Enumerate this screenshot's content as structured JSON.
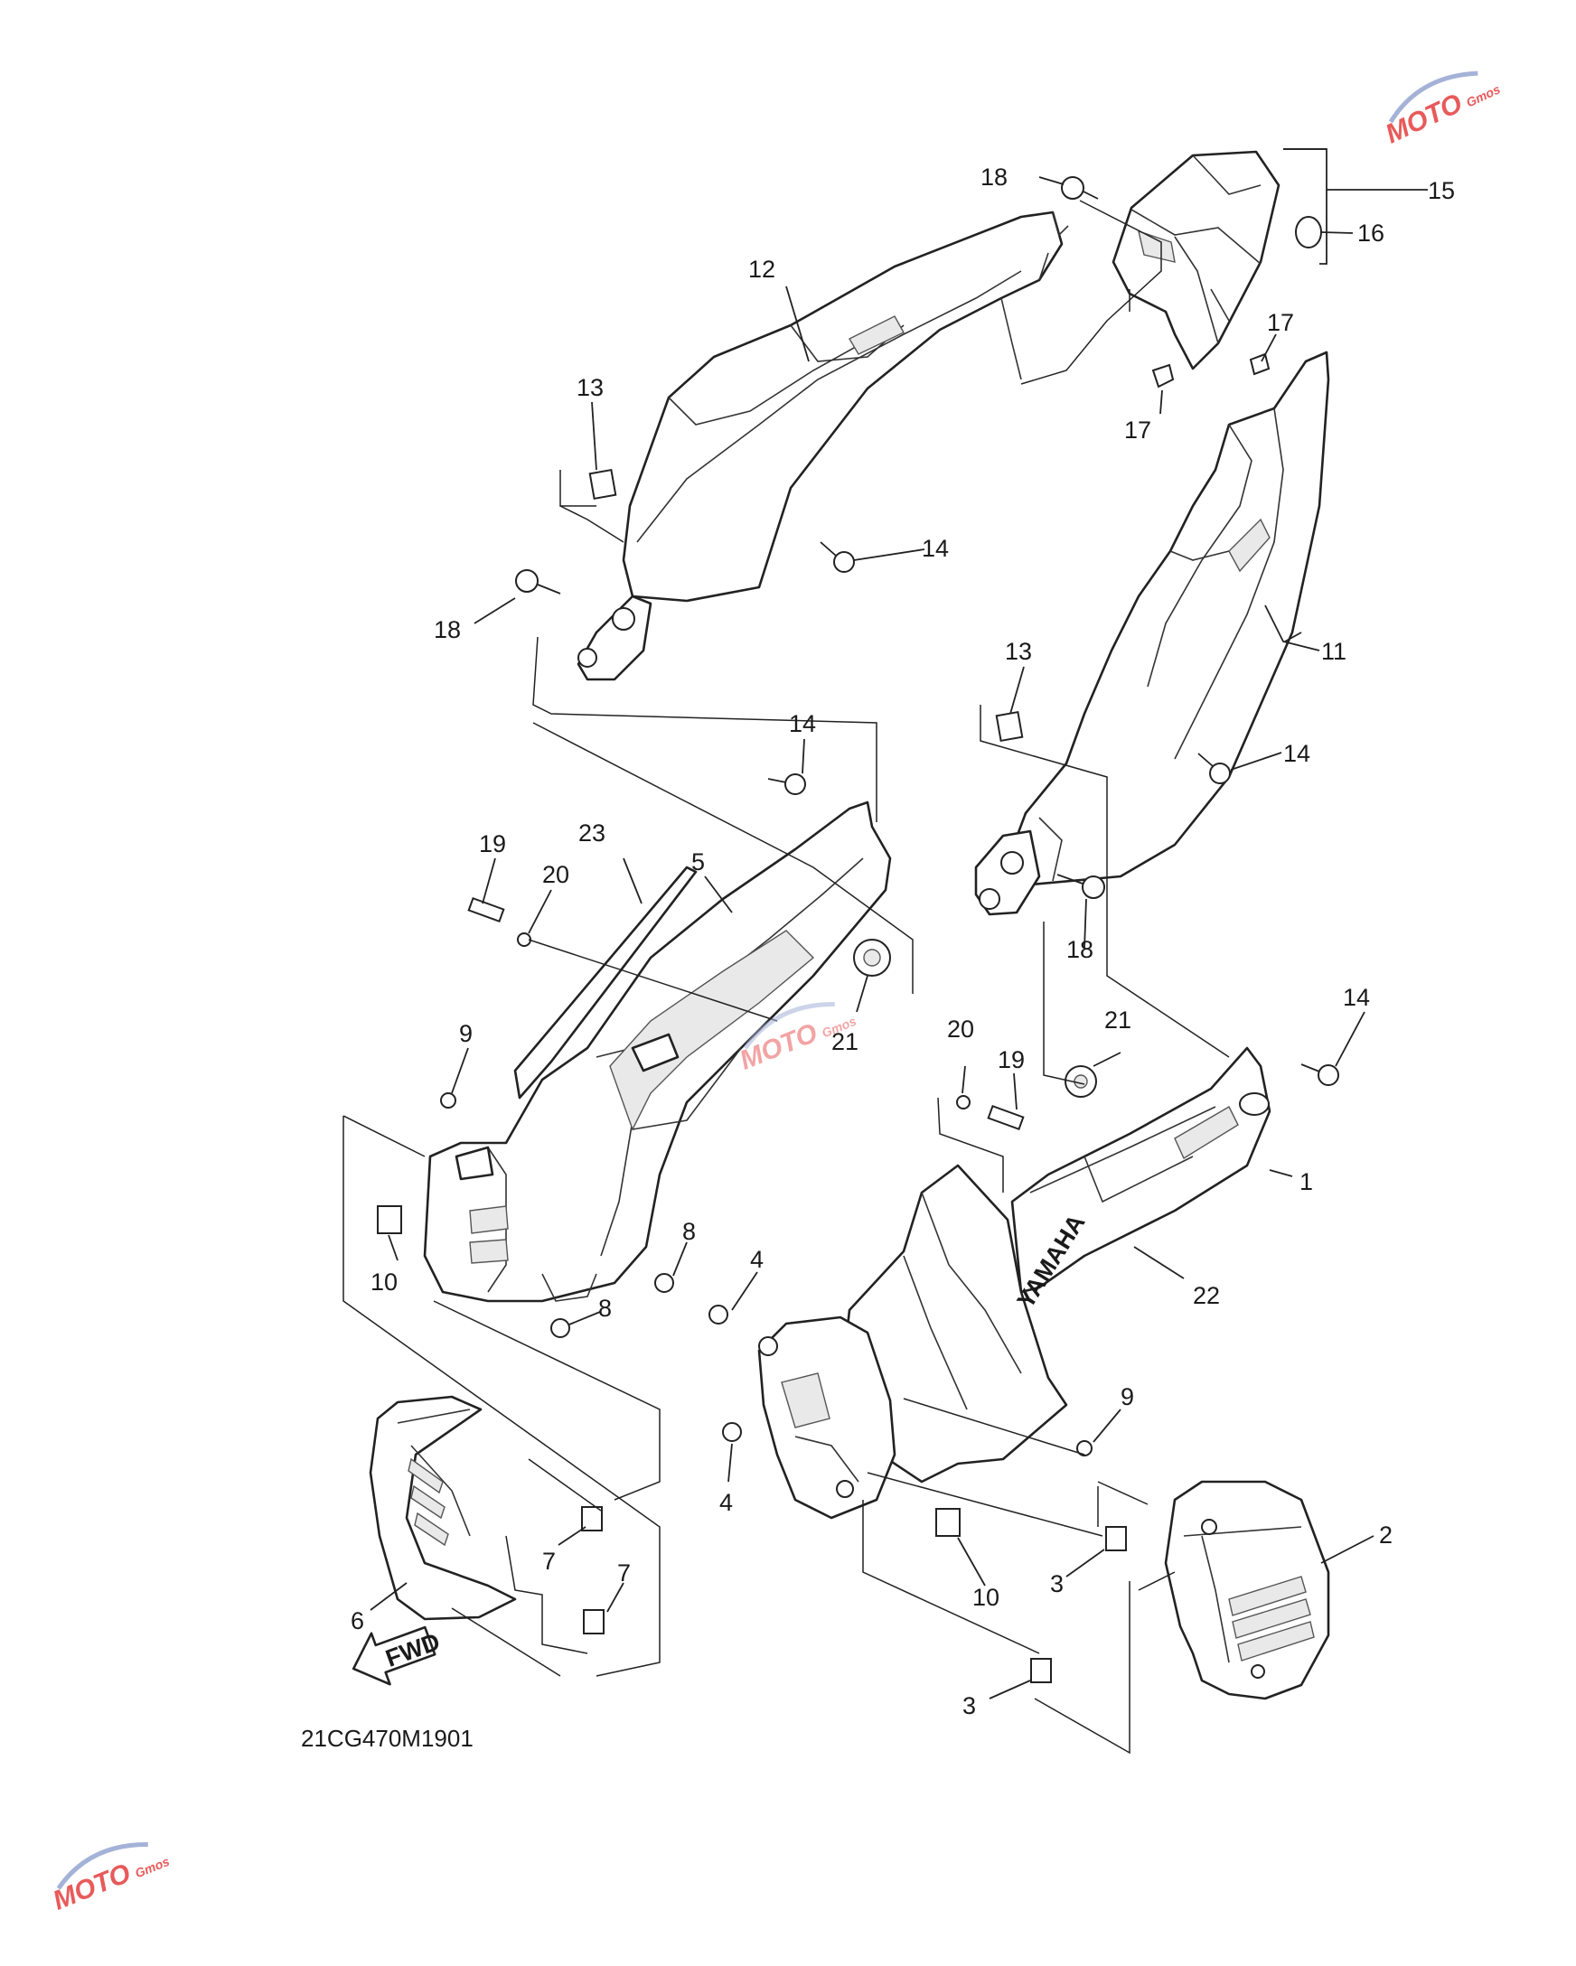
{
  "diagram": {
    "code": "21CG470M1901",
    "brand_text": "YAMAHA",
    "fwd_label": "FWD",
    "watermark": {
      "text": "MOTO",
      "sub": "Gmos"
    },
    "callouts": [
      {
        "id": "c18a",
        "text": "18"
      },
      {
        "id": "c15",
        "text": "15"
      },
      {
        "id": "c16",
        "text": "16"
      },
      {
        "id": "c12",
        "text": "12"
      },
      {
        "id": "c17a",
        "text": "17"
      },
      {
        "id": "c17b",
        "text": "17"
      },
      {
        "id": "c13a",
        "text": "13"
      },
      {
        "id": "c14a",
        "text": "14"
      },
      {
        "id": "c18b",
        "text": "18"
      },
      {
        "id": "c11",
        "text": "11"
      },
      {
        "id": "c13b",
        "text": "13"
      },
      {
        "id": "c14b",
        "text": "14"
      },
      {
        "id": "c14c",
        "text": "14"
      },
      {
        "id": "c19a",
        "text": "19"
      },
      {
        "id": "c23",
        "text": "23"
      },
      {
        "id": "c20a",
        "text": "20"
      },
      {
        "id": "c5",
        "text": "5"
      },
      {
        "id": "c18c",
        "text": "18"
      },
      {
        "id": "c21a",
        "text": "21"
      },
      {
        "id": "c14d",
        "text": "14"
      },
      {
        "id": "c9a",
        "text": "9"
      },
      {
        "id": "c21b",
        "text": "21"
      },
      {
        "id": "c20b",
        "text": "20"
      },
      {
        "id": "c19b",
        "text": "19"
      },
      {
        "id": "c1",
        "text": "1"
      },
      {
        "id": "c8a",
        "text": "8"
      },
      {
        "id": "c10a",
        "text": "10"
      },
      {
        "id": "c4a",
        "text": "4"
      },
      {
        "id": "c8b",
        "text": "8"
      },
      {
        "id": "c22",
        "text": "22"
      },
      {
        "id": "c9b",
        "text": "9"
      },
      {
        "id": "c4b",
        "text": "4"
      },
      {
        "id": "c2",
        "text": "2"
      },
      {
        "id": "c7a",
        "text": "7"
      },
      {
        "id": "c7b",
        "text": "7"
      },
      {
        "id": "c3a",
        "text": "3"
      },
      {
        "id": "c10b",
        "text": "10"
      },
      {
        "id": "c6",
        "text": "6"
      },
      {
        "id": "c3b",
        "text": "3"
      }
    ]
  }
}
